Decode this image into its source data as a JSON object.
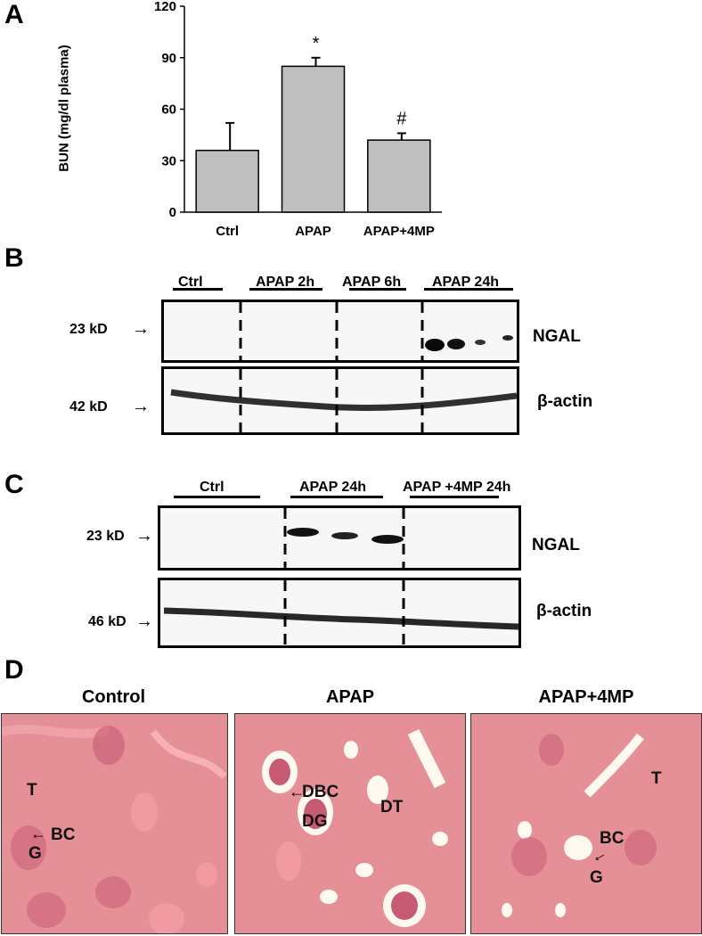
{
  "panel_a": {
    "letter": "A",
    "ylabel": "BUN (mg/dl plasma)",
    "yticks": [
      "0",
      "30",
      "60",
      "90",
      "120"
    ],
    "chart_data": {
      "type": "bar",
      "categories": [
        "Ctrl",
        "APAP",
        "APAP+4MP"
      ],
      "values": [
        36,
        85,
        42
      ],
      "errors": [
        16,
        5,
        4
      ],
      "annotations": [
        "",
        "*",
        "#"
      ],
      "ylabel": "BUN (mg/dl plasma)",
      "ylim": [
        0,
        120
      ],
      "bar_color": "#bfbfbf"
    }
  },
  "panel_b": {
    "letter": "B",
    "groups": [
      "Ctrl",
      "APAP 2h",
      "APAP 6h",
      "APAP 24h"
    ],
    "marker_top": "23 kD",
    "marker_bottom": "42 kD",
    "band_top": "NGAL",
    "band_bottom": "β-actin"
  },
  "panel_c": {
    "letter": "C",
    "groups": [
      "Ctrl",
      "APAP 24h",
      "APAP +4MP 24h"
    ],
    "marker_top": "23 kD",
    "marker_bottom": "46 kD",
    "band_top": "NGAL",
    "band_bottom": "β-actin"
  },
  "panel_d": {
    "letter": "D",
    "images": [
      {
        "title": "Control",
        "labels": [
          "T",
          "BC",
          "G"
        ]
      },
      {
        "title": "APAP",
        "labels": [
          "DBC",
          "DG",
          "DT"
        ]
      },
      {
        "title": "APAP+4MP",
        "labels": [
          "T",
          "BC",
          "G"
        ]
      }
    ],
    "tissue_color": "#e58f96"
  }
}
